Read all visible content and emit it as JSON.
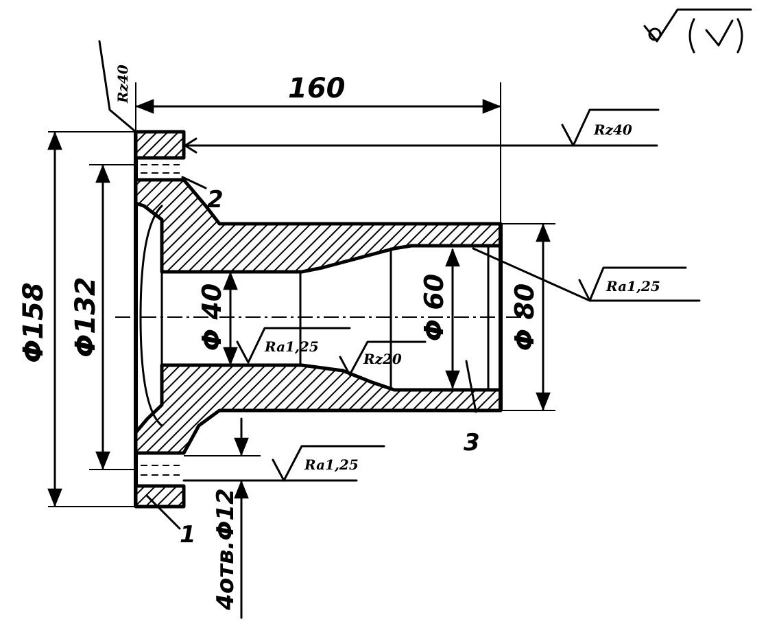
{
  "title_symbol": {
    "icon": "roughness-general-symbol"
  },
  "dimensions": {
    "length": "160",
    "dia_158": "Φ158",
    "dia_132": "Φ132",
    "dia_40": "Φ 40",
    "dia_60": "Φ 60",
    "dia_80": "Φ 80",
    "holes": "4отв.Φ12"
  },
  "roughness": {
    "left_face": "Rz40",
    "flange_face": "Rz40",
    "bore_right": "Ra1,25",
    "bore_40": "Ra1,25",
    "taper": "Rz20",
    "holes": "Ra1,25"
  },
  "callouts": {
    "one": "1",
    "two": "2",
    "three": "3"
  },
  "colors": {
    "ink": "#000000",
    "paper": "#ffffff"
  }
}
